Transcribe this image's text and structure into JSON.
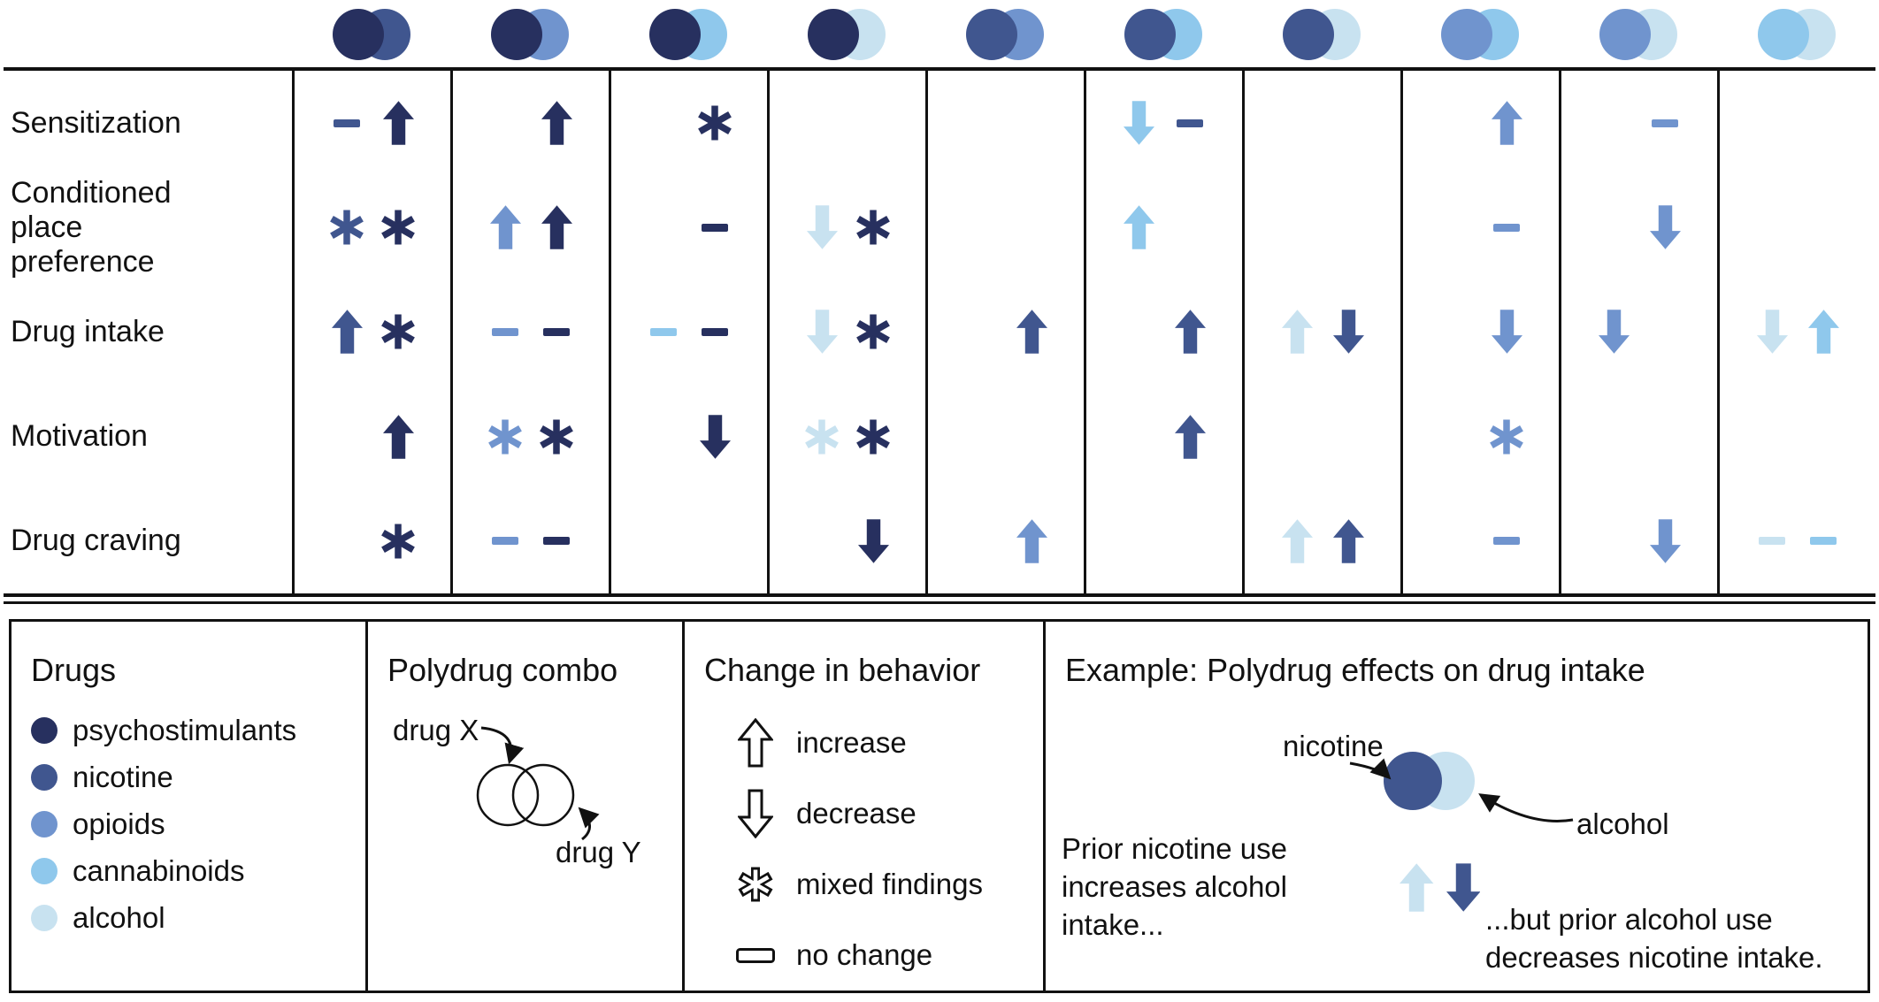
{
  "palette": {
    "psychostimulants": "#27305f",
    "nicotine": "#40568f",
    "opioids": "#7094ce",
    "cannabinoids": "#8fc8ec",
    "alcohol": "#c8e2f0",
    "ink": "#111111",
    "background": "#ffffff"
  },
  "combo_header": {
    "pairs": [
      {
        "left": "psychostimulants",
        "right": "nicotine"
      },
      {
        "left": "psychostimulants",
        "right": "opioids"
      },
      {
        "left": "psychostimulants",
        "right": "cannabinoids"
      },
      {
        "left": "psychostimulants",
        "right": "alcohol"
      },
      {
        "left": "nicotine",
        "right": "opioids"
      },
      {
        "left": "nicotine",
        "right": "cannabinoids"
      },
      {
        "left": "nicotine",
        "right": "alcohol"
      },
      {
        "left": "opioids",
        "right": "cannabinoids"
      },
      {
        "left": "opioids",
        "right": "alcohol"
      },
      {
        "left": "cannabinoids",
        "right": "alcohol"
      }
    ]
  },
  "matrix": {
    "rows": [
      {
        "label": "Sensitization",
        "cells": [
          {
            "left": {
              "symbol": "no-change",
              "drug": "nicotine"
            },
            "right": {
              "symbol": "increase",
              "drug": "psychostimulants"
            }
          },
          {
            "left": null,
            "right": {
              "symbol": "increase",
              "drug": "psychostimulants"
            }
          },
          {
            "left": null,
            "right": {
              "symbol": "mixed",
              "drug": "psychostimulants"
            }
          },
          null,
          null,
          {
            "left": {
              "symbol": "decrease",
              "drug": "cannabinoids"
            },
            "right": {
              "symbol": "no-change",
              "drug": "nicotine"
            }
          },
          null,
          {
            "left": null,
            "right": {
              "symbol": "increase",
              "drug": "opioids"
            }
          },
          {
            "left": null,
            "right": {
              "symbol": "no-change",
              "drug": "opioids"
            }
          },
          null
        ]
      },
      {
        "label": "Conditioned place preference",
        "cells": [
          {
            "left": {
              "symbol": "mixed",
              "drug": "nicotine"
            },
            "right": {
              "symbol": "mixed",
              "drug": "psychostimulants"
            }
          },
          {
            "left": {
              "symbol": "increase",
              "drug": "opioids"
            },
            "right": {
              "symbol": "increase",
              "drug": "psychostimulants"
            }
          },
          {
            "left": null,
            "right": {
              "symbol": "no-change",
              "drug": "psychostimulants"
            }
          },
          {
            "left": {
              "symbol": "decrease",
              "drug": "alcohol"
            },
            "right": {
              "symbol": "mixed",
              "drug": "psychostimulants"
            }
          },
          null,
          {
            "left": {
              "symbol": "increase",
              "drug": "cannabinoids"
            },
            "right": null
          },
          null,
          {
            "left": null,
            "right": {
              "symbol": "no-change",
              "drug": "opioids"
            }
          },
          {
            "left": null,
            "right": {
              "symbol": "decrease",
              "drug": "opioids"
            }
          },
          null
        ]
      },
      {
        "label": "Drug intake",
        "cells": [
          {
            "left": {
              "symbol": "increase",
              "drug": "nicotine"
            },
            "right": {
              "symbol": "mixed",
              "drug": "psychostimulants"
            }
          },
          {
            "left": {
              "symbol": "no-change",
              "drug": "opioids"
            },
            "right": {
              "symbol": "no-change",
              "drug": "psychostimulants"
            }
          },
          {
            "left": {
              "symbol": "no-change",
              "drug": "cannabinoids"
            },
            "right": {
              "symbol": "no-change",
              "drug": "psychostimulants"
            }
          },
          {
            "left": {
              "symbol": "decrease",
              "drug": "alcohol"
            },
            "right": {
              "symbol": "mixed",
              "drug": "psychostimulants"
            }
          },
          {
            "left": null,
            "right": {
              "symbol": "increase",
              "drug": "nicotine"
            }
          },
          {
            "left": null,
            "right": {
              "symbol": "increase",
              "drug": "nicotine"
            }
          },
          {
            "left": {
              "symbol": "increase",
              "drug": "alcohol"
            },
            "right": {
              "symbol": "decrease",
              "drug": "nicotine"
            }
          },
          {
            "left": null,
            "right": {
              "symbol": "decrease",
              "drug": "opioids"
            }
          },
          {
            "left": {
              "symbol": "decrease",
              "drug": "opioids"
            },
            "right": null
          },
          {
            "left": {
              "symbol": "decrease",
              "drug": "alcohol"
            },
            "right": {
              "symbol": "increase",
              "drug": "cannabinoids"
            }
          }
        ]
      },
      {
        "label": "Motivation",
        "cells": [
          {
            "left": null,
            "right": {
              "symbol": "increase",
              "drug": "psychostimulants"
            }
          },
          {
            "left": {
              "symbol": "mixed",
              "drug": "opioids"
            },
            "right": {
              "symbol": "mixed",
              "drug": "psychostimulants"
            }
          },
          {
            "left": null,
            "right": {
              "symbol": "decrease",
              "drug": "psychostimulants"
            }
          },
          {
            "left": {
              "symbol": "mixed",
              "drug": "alcohol"
            },
            "right": {
              "symbol": "mixed",
              "drug": "psychostimulants"
            }
          },
          null,
          {
            "left": null,
            "right": {
              "symbol": "increase",
              "drug": "nicotine"
            }
          },
          null,
          {
            "left": null,
            "right": {
              "symbol": "mixed",
              "drug": "opioids"
            }
          },
          null,
          null
        ]
      },
      {
        "label": "Drug craving",
        "cells": [
          {
            "left": null,
            "right": {
              "symbol": "mixed",
              "drug": "psychostimulants"
            }
          },
          {
            "left": {
              "symbol": "no-change",
              "drug": "opioids"
            },
            "right": {
              "symbol": "no-change",
              "drug": "psychostimulants"
            }
          },
          null,
          {
            "left": null,
            "right": {
              "symbol": "decrease",
              "drug": "psychostimulants"
            }
          },
          {
            "left": null,
            "right": {
              "symbol": "increase",
              "drug": "opioids"
            }
          },
          null,
          {
            "left": {
              "symbol": "increase",
              "drug": "alcohol"
            },
            "right": {
              "symbol": "increase",
              "drug": "nicotine"
            }
          },
          {
            "left": null,
            "right": {
              "symbol": "no-change",
              "drug": "opioids"
            }
          },
          {
            "left": null,
            "right": {
              "symbol": "decrease",
              "drug": "opioids"
            }
          },
          {
            "left": {
              "symbol": "no-change",
              "drug": "alcohol"
            },
            "right": {
              "symbol": "no-change",
              "drug": "cannabinoids"
            }
          }
        ]
      }
    ]
  },
  "legend": {
    "drugs": {
      "title": "Drugs",
      "items": [
        {
          "label": "psychostimulants",
          "drug": "psychostimulants"
        },
        {
          "label": "nicotine",
          "drug": "nicotine"
        },
        {
          "label": "opioids",
          "drug": "opioids"
        },
        {
          "label": "cannabinoids",
          "drug": "cannabinoids"
        },
        {
          "label": "alcohol",
          "drug": "alcohol"
        }
      ]
    },
    "polydrug_combo": {
      "title": "Polydrug combo",
      "drug_x_label": "drug X",
      "drug_y_label": "drug Y"
    },
    "change_in_behavior": {
      "title": "Change in behavior",
      "items": [
        {
          "symbol": "increase",
          "label": "increase"
        },
        {
          "symbol": "decrease",
          "label": "decrease"
        },
        {
          "symbol": "mixed",
          "label": "mixed findings"
        },
        {
          "symbol": "no-change",
          "label": "no change"
        }
      ]
    },
    "example": {
      "title": "Example: Polydrug effects on drug intake",
      "left_drug": "nicotine",
      "right_drug": "alcohol",
      "left_drug_label": "nicotine",
      "right_drug_label": "alcohol",
      "caption_left": "Prior nicotine use increases alcohol intake...",
      "arrows": [
        {
          "symbol": "increase",
          "drug": "alcohol"
        },
        {
          "symbol": "decrease",
          "drug": "nicotine"
        }
      ],
      "caption_right": "...but prior alcohol use decreases nicotine intake."
    }
  }
}
